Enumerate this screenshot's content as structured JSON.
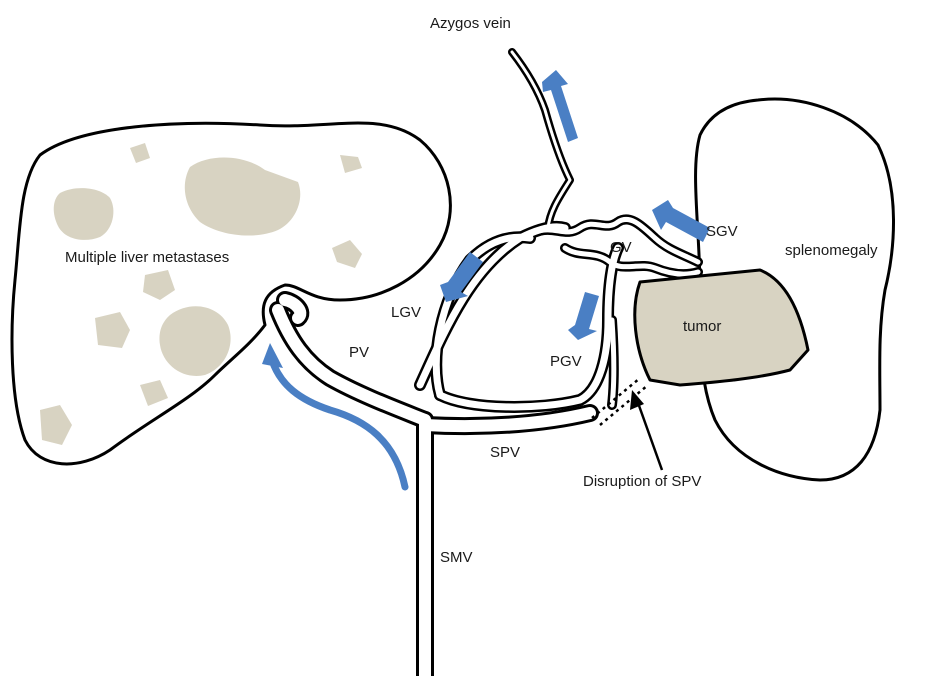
{
  "labels": {
    "azygos": "Azygos vein",
    "liver": "Multiple liver metastases",
    "gv": "GV",
    "sgv": "SGV",
    "splenomegaly": "splenomegaly",
    "lgv": "LGV",
    "tumor": "tumor",
    "pv": "PV",
    "pgv": "PGV",
    "spv": "SPV",
    "disruption": "Disruption of SPV",
    "smv": "SMV"
  },
  "colors": {
    "flow_arrow": "#4a7fc4",
    "lesion": "#d8d3c2",
    "outline": "#000000"
  }
}
